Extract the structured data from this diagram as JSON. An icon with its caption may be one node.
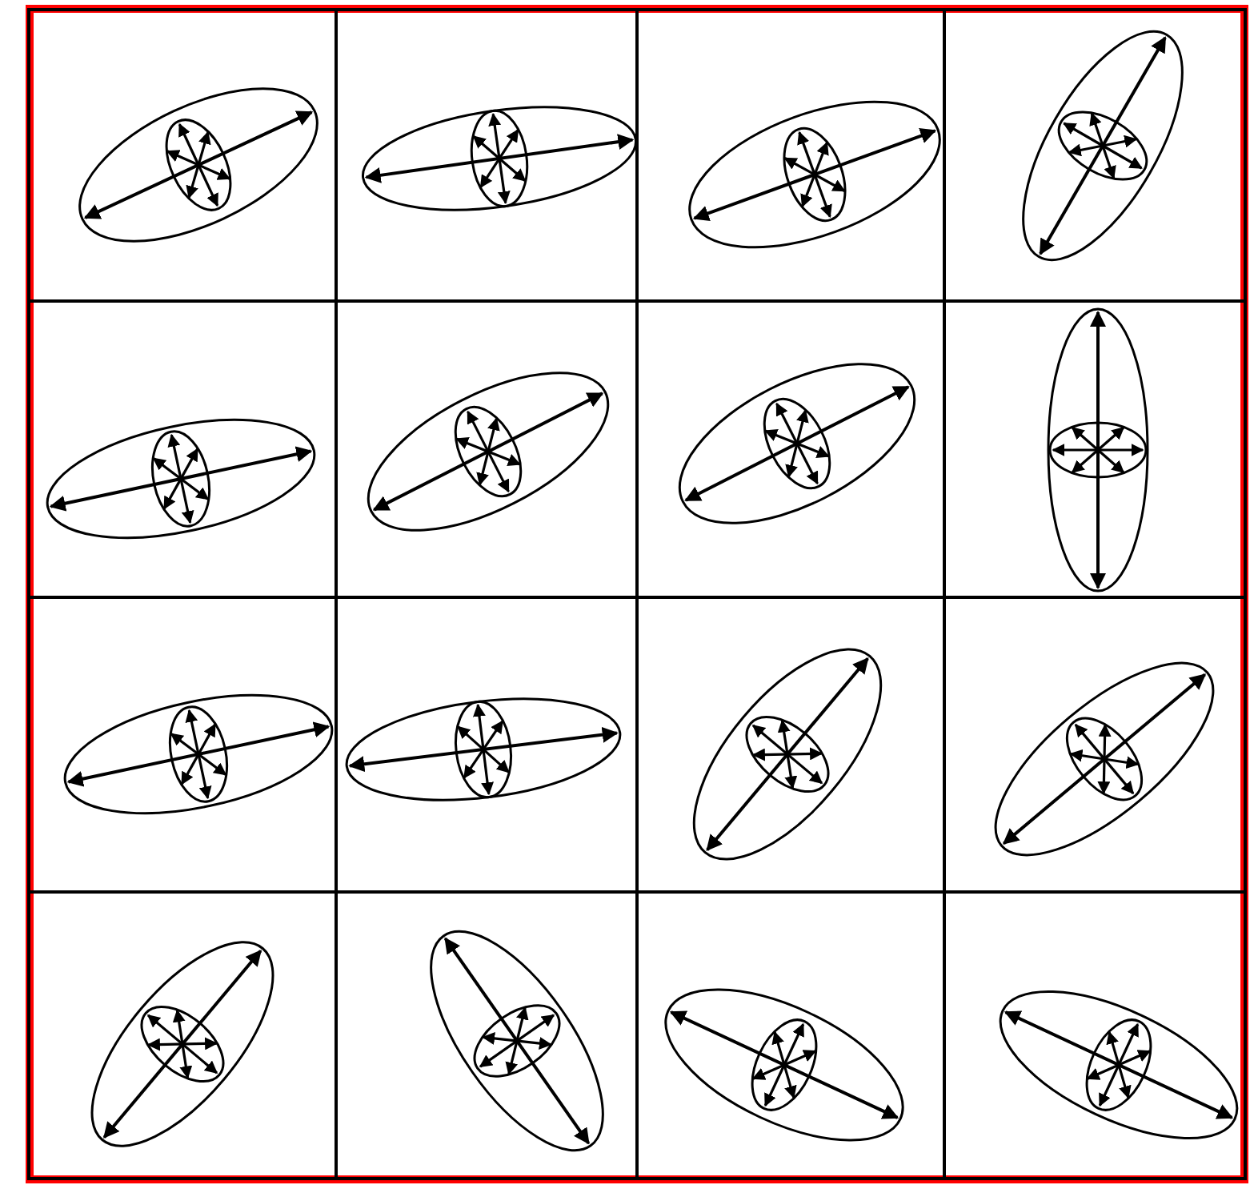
{
  "diagram": {
    "nodes": [
      {
        "text": [],
        "shape": "box"
      },
      {
        "text": [],
        "shape": "box"
      },
      {
        "text": [],
        "shape": "box"
      },
      {
        "text": [],
        "shape": "box"
      },
      {
        "text": [],
        "shape": "box"
      },
      {
        "text": [],
        "shape": "box"
      },
      {
        "text": [],
        "shape": "box"
      },
      {
        "text": [],
        "shape": "box"
      },
      {
        "text": [],
        "shape": "box"
      },
      {
        "text": [],
        "shape": "box"
      },
      {
        "text": [],
        "shape": "box"
      },
      {
        "text": [],
        "shape": "box"
      },
      {
        "text": [],
        "shape": "box"
      },
      {
        "text": [],
        "shape": "box"
      },
      {
        "text": [],
        "shape": "box"
      },
      {
        "text": [],
        "shape": "box"
      }
    ]
  }
}
